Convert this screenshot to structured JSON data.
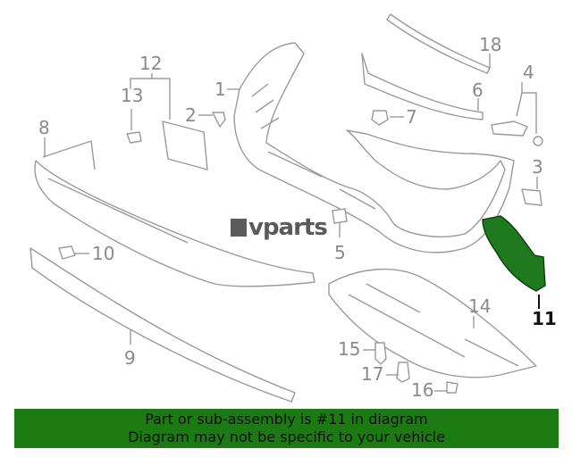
{
  "labels": {
    "l1": "1",
    "l2": "2",
    "l3": "3",
    "l4": "4",
    "l5": "5",
    "l6": "6",
    "l7": "7",
    "l8": "8",
    "l9": "9",
    "l10": "10",
    "l11": "11",
    "l12": "12",
    "l13": "13",
    "l14": "14",
    "l15": "15",
    "l16": "16",
    "l17": "17",
    "l18": "18"
  },
  "highlighted_part": "11",
  "logo": {
    "text": "vparts"
  },
  "banner": {
    "line1": "Part or sub-assembly is #11 in diagram",
    "line2": "Diagram may not be specific to your vehicle"
  },
  "colors": {
    "highlight": "#1f7a1f",
    "banner": "#1b7a12",
    "line": "#9a9a9a"
  }
}
